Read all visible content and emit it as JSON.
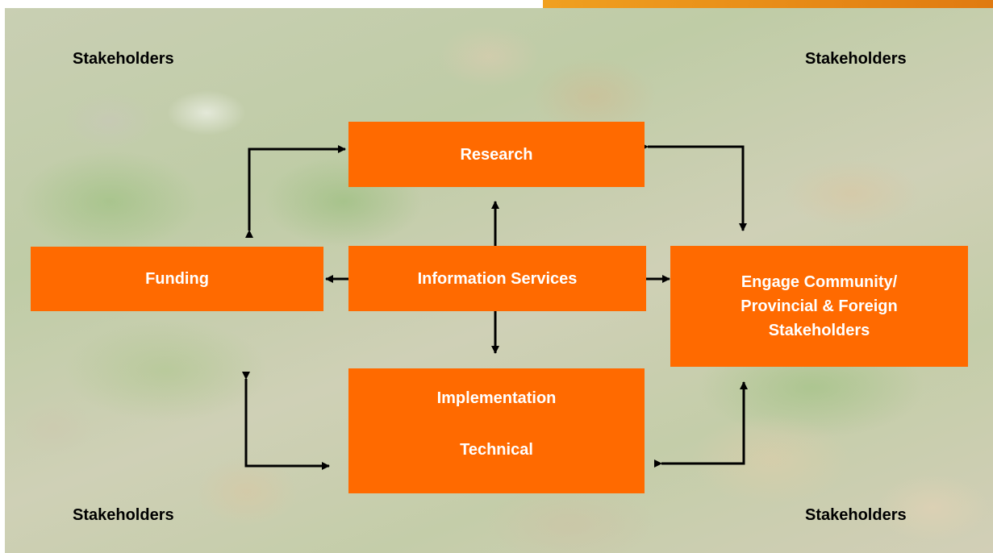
{
  "stakeholders": {
    "top_left": "Stakeholders",
    "top_right": "Stakeholders",
    "bottom_left": "Stakeholders",
    "bottom_right": "Stakeholders"
  },
  "nodes": {
    "research": "Research",
    "funding": "Funding",
    "information_services": "Information Services",
    "engage_lines": [
      "Engage Community/",
      "Provincial & Foreign",
      "Stakeholders"
    ],
    "implementation": "Implementation",
    "technical": "Technical"
  },
  "colors": {
    "node_fill": "#ff6a00",
    "node_text": "#ffffff",
    "arrow": "#000000",
    "accent_bar": "#e88a15"
  }
}
